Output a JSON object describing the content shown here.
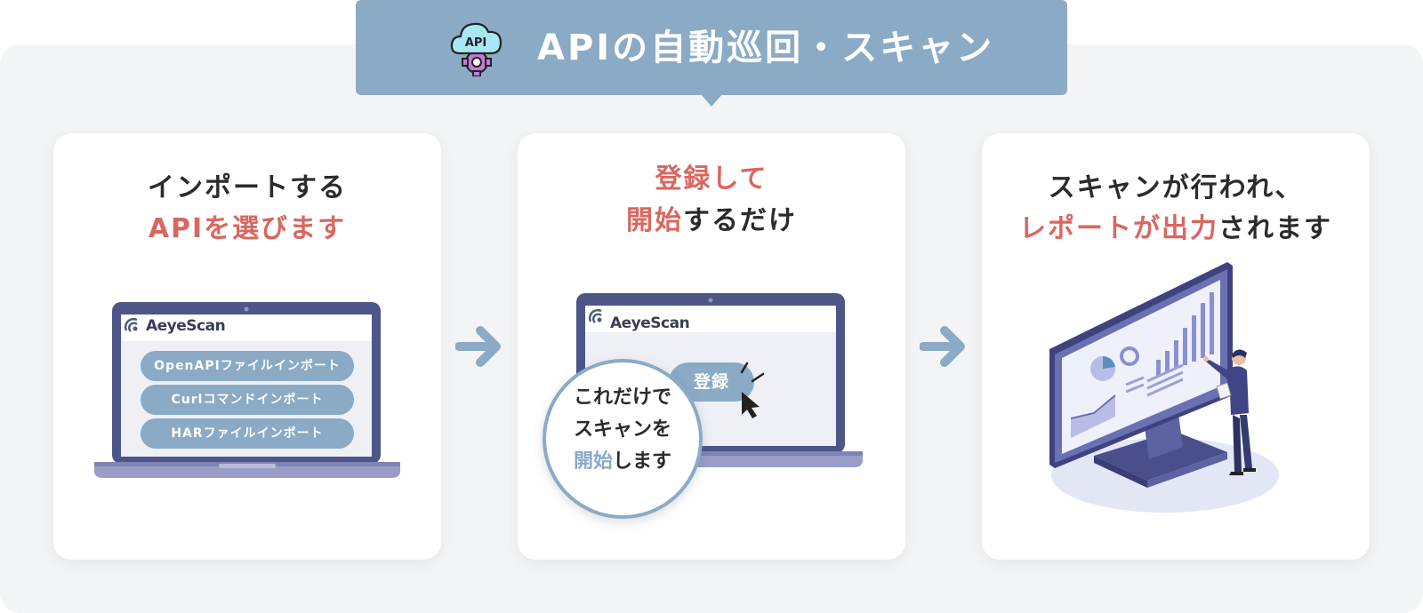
{
  "banner": {
    "title": "APIの自動巡回・スキャン",
    "icon": "api-cloud-gear-icon",
    "icon_text": "API",
    "color": "#8aaac6"
  },
  "colors": {
    "accent_red": "#d9675f",
    "accent_blue": "#8aaac6",
    "laptop_frame": "#4e5588",
    "background": "#f3f4f6"
  },
  "steps": [
    {
      "heading_line1": "インポートする",
      "heading_line2": "APIを選びます",
      "laptop": {
        "logo": "AeyeScan",
        "buttons": [
          "OpenAPIファイルインポート",
          "Curlコマンドインポート",
          "HARファイルインポート"
        ]
      }
    },
    {
      "heading_line1": "登録して",
      "heading_line2_red": "開始",
      "heading_line2_black": "するだけ",
      "laptop": {
        "logo": "AeyeScan",
        "button": "登録"
      },
      "callout": {
        "line1": "これだけで",
        "line2": "スキャンを",
        "line3_blue": "開始",
        "line3_black": "します"
      }
    },
    {
      "heading_line1": "スキャンが行われ、",
      "heading_line2_red": "レポートが出力",
      "heading_line2_black": "されます",
      "illustration": "monitor-report-person-icon"
    }
  ],
  "arrows": [
    "arrow-right-icon",
    "arrow-right-icon"
  ]
}
